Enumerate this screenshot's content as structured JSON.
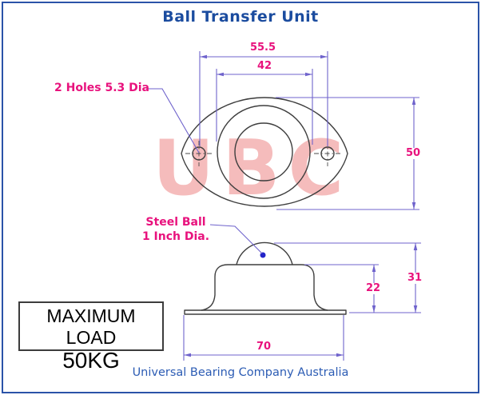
{
  "title": "Ball Transfer Unit",
  "footer": "Universal Bearing Company Australia",
  "watermark": "UBC",
  "colors": {
    "frame_border": "#2b53a8",
    "title_text": "#1b4c9f",
    "dimension_lines": "#6f63cc",
    "dimension_text": "#e8127d",
    "drawing_lines": "#3e3e3e",
    "watermark_pink": "#f5bcbc",
    "ball_marker_dot": "#2324c8"
  },
  "top_view": {
    "hole_label": "2 Holes 5.3 Dia",
    "dim_hole_spacing": "55.5",
    "dim_housing_diameter": "42",
    "dim_flange_height": "50"
  },
  "side_view": {
    "ball_label_line1": "Steel Ball",
    "ball_label_line2": "1 Inch Dia.",
    "dim_cup_height": "22",
    "dim_total_height": "31",
    "dim_base_width": "70"
  },
  "load_plate": {
    "line1": "MAXIMUM LOAD",
    "line2": "50KG"
  }
}
